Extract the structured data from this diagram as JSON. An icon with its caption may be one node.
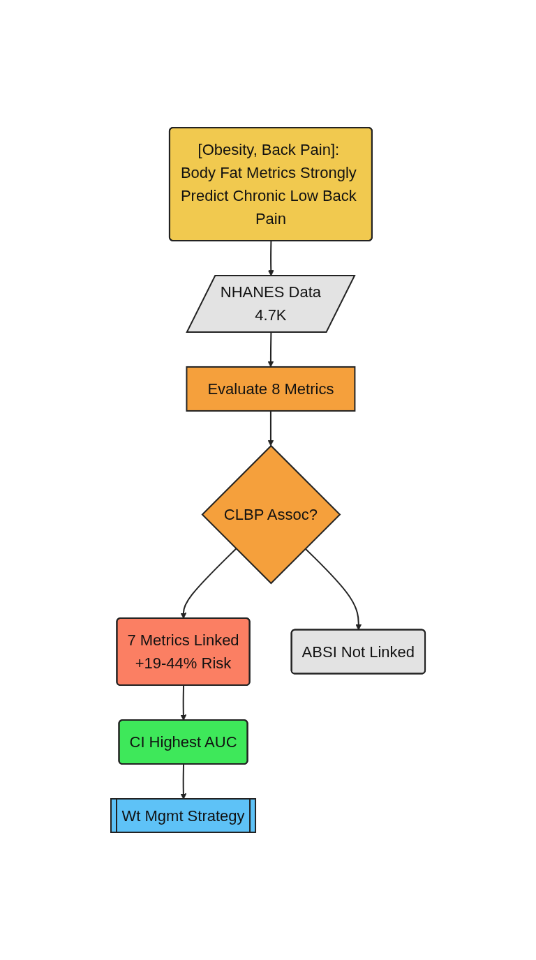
{
  "diagram": {
    "nodes": [
      {
        "text": [
          "[Obesity, Back Pain]: Body Fat Metrics Strongly Predict Chronic Low Back Pain"
        ]
      },
      {
        "text": [
          "NHANES Data",
          "4.7K"
        ]
      },
      {
        "text": [
          "Evaluate 8 Metrics"
        ]
      },
      {
        "text": [
          "CLBP Assoc?"
        ]
      },
      {
        "text": [
          "7 Metrics Linked",
          "+19-44% Risk"
        ]
      },
      {
        "text": [
          "ABSI Not Linked"
        ]
      },
      {
        "text": [
          "CI Highest AUC"
        ]
      },
      {
        "text": [
          "Wt Mgmt Strategy"
        ]
      }
    ],
    "edges": [
      {
        "from": 0,
        "to": 1,
        "arrow": "to"
      },
      {
        "from": 1,
        "to": 2,
        "arrow": "to"
      },
      {
        "from": 2,
        "to": 3,
        "arrow": "to"
      },
      {
        "from": 3,
        "to": 4,
        "arrow": "to"
      },
      {
        "from": 3,
        "to": 5,
        "arrow": "to"
      },
      {
        "from": 4,
        "to": 6,
        "arrow": "to"
      },
      {
        "from": 6,
        "to": 7,
        "arrow": "to"
      }
    ]
  }
}
